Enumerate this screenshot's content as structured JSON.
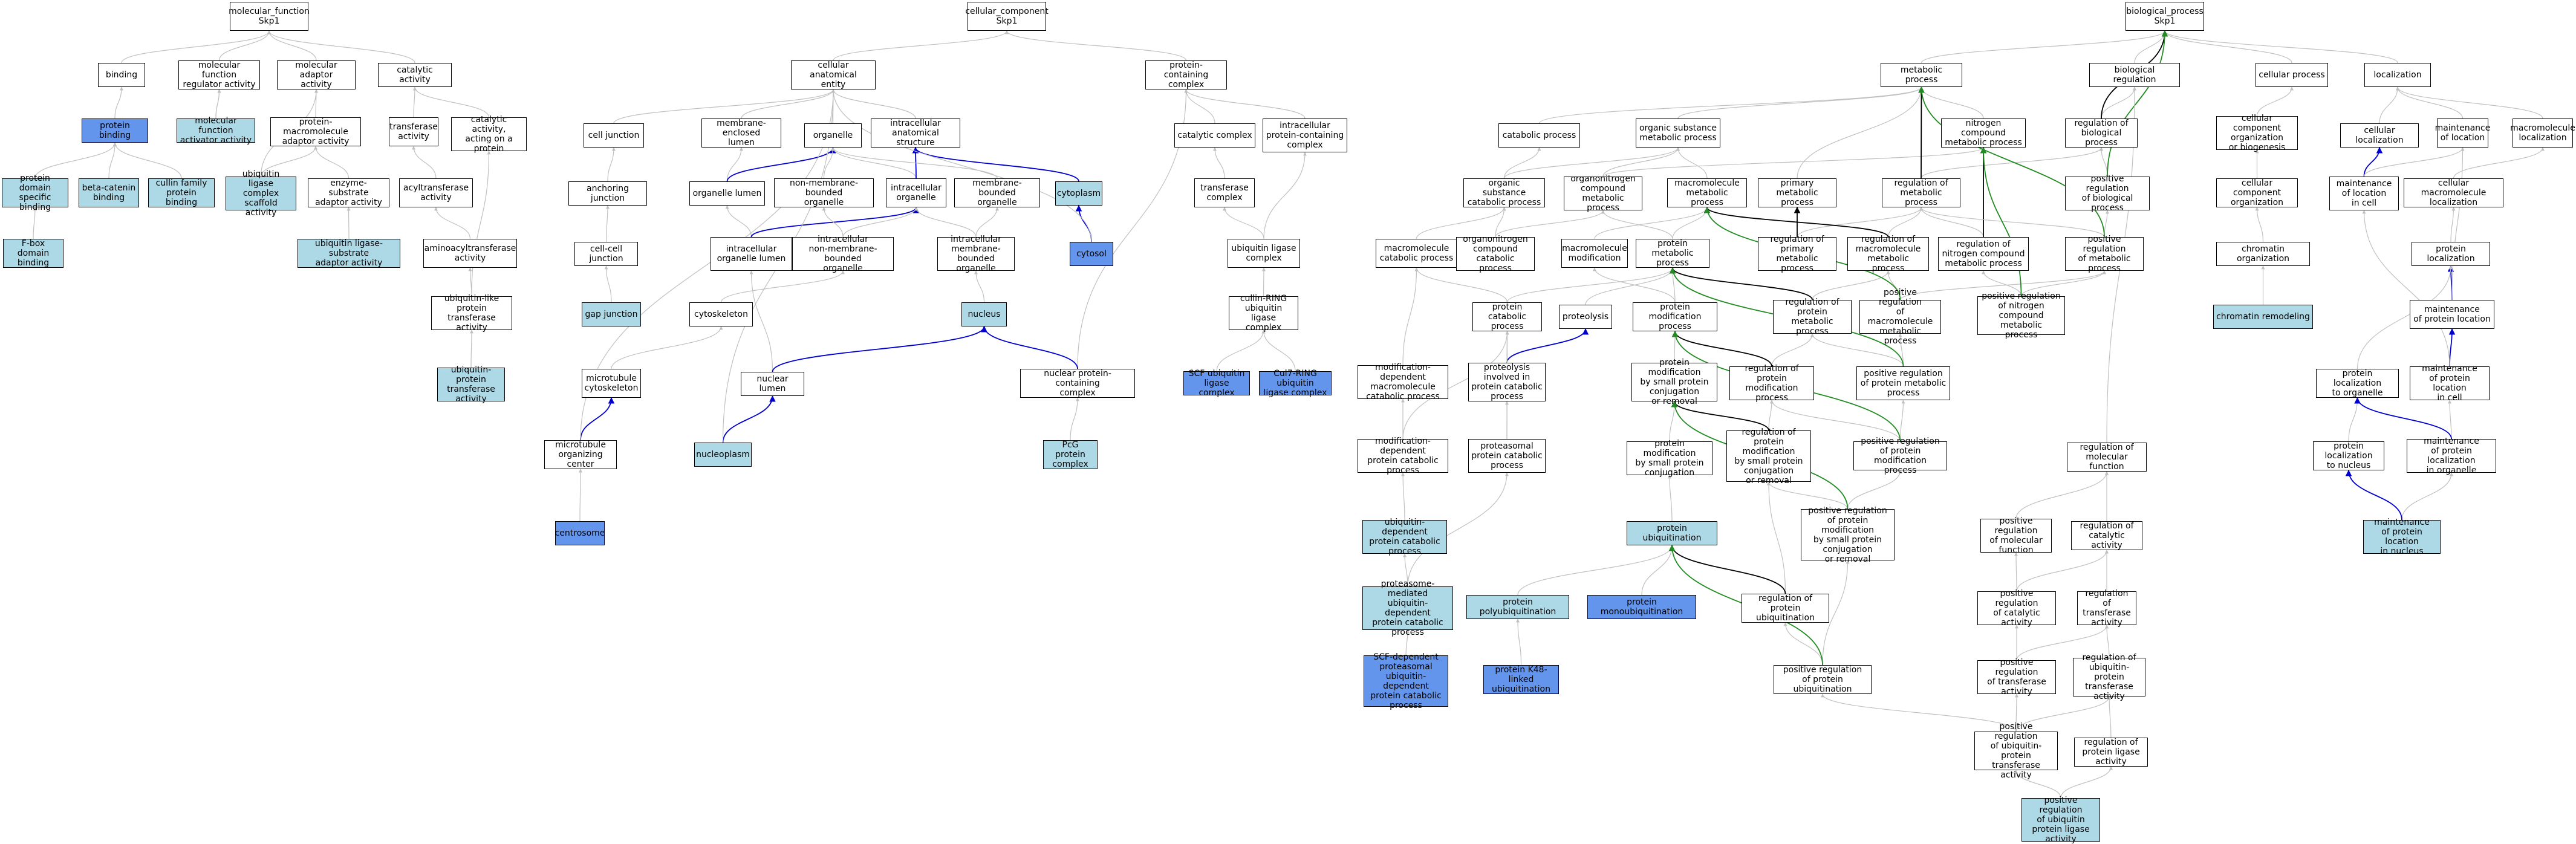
{
  "colors": {
    "white": "#ffffff",
    "light": "#add8e6",
    "dark": "#6495ed",
    "is_a": "#c0c0c0",
    "part_of": "#0000cd",
    "regulates": "#000000",
    "positively_regulates": "#228b22"
  },
  "nodes": {
    "mf": "molecular_function\nSkp1",
    "binding": "binding",
    "mfra": "molecular function\nregulator activity",
    "mola": "molecular adaptor\nactivity",
    "cat": "catalytic activity",
    "protbind": "protein binding",
    "mfaa": "molecular function\nactivator activity",
    "pmaa": "protein-macromolecule\nadaptor activity",
    "transf": "transferase\nactivity",
    "catac": "catalytic activity,\nacting on a\nprotein",
    "pdsb": "protein domain\nspecific binding",
    "bcat": "beta-catenin\nbinding",
    "cullin": "cullin family\nprotein binding",
    "ulcsa": "ubiquitin ligase\ncomplex scaffold\nactivity",
    "esaa": "enzyme-substrate\nadaptor activity",
    "acyl": "acyltransferase\nactivity",
    "fbox": "F-box domain\nbinding",
    "ulsaa": "ubiquitin ligase-substrate\nadaptor activity",
    "aminoacyl": "aminoacyltransferase\nactivity",
    "ulptr": "ubiquitin-like\nprotein transferase\nactivity",
    "uptr": "ubiquitin-protein\ntransferase\nactivity",
    "cc": "cellular_component\nSkp1",
    "cae": "cellular anatomical\nentity",
    "pcc": "protein-containing\ncomplex",
    "celljunc": "cell junction",
    "mel": "membrane-enclosed\nlumen",
    "organelle": "organelle",
    "ias": "intracellular\nanatomical structure",
    "catcomp": "catalytic complex",
    "ipcc": "intracellular\nprotein-containing\ncomplex",
    "anchjunc": "anchoring junction",
    "orglumen": "organelle lumen",
    "nmbo": "non-membrane-bounded\norganelle",
    "iorg": "intracellular\norganelle",
    "mbo": "membrane-bounded\norganelle",
    "cytoplasm": "cytoplasm",
    "transfcomp": "transferase\ncomplex",
    "ccjunc": "cell-cell junction",
    "iol": "intracellular\norganelle lumen",
    "inmbo": "intracellular\nnon-membrane-bounded\norganelle",
    "imbo": "intracellular\nmembrane-bounded\norganelle",
    "cytosol": "cytosol",
    "ulc": "ubiquitin ligase\ncomplex",
    "gapjunc": "gap junction",
    "cytoskel": "cytoskeleton",
    "nucleus": "nucleus",
    "crulc": "cullin-RING\nubiquitin ligase\ncomplex",
    "mtcyto": "microtubule\ncytoskeleton",
    "nuclumen": "nuclear lumen",
    "npcc": "nuclear protein-containing\ncomplex",
    "scfulc": "SCF ubiquitin\nligase complex",
    "cul7": "Cul7-RING ubiquitin\nligase complex",
    "mtoc": "microtubule\norganizing center",
    "nucleoplasm": "nucleoplasm",
    "pcg": "PcG protein\ncomplex",
    "centrosome": "centrosome",
    "bp": "biological_process\nSkp1",
    "metproc": "metabolic process",
    "bioreg": "biological regulation",
    "cellproc": "cellular process",
    "local": "localization",
    "catproc": "catabolic process",
    "osmp": "organic substance\nmetabolic process",
    "ncmp": "nitrogen compound\nmetabolic process",
    "regbp": "regulation of\nbiological process",
    "ccob": "cellular component\norganization\nor biogenesis",
    "cellloc": "cellular localization",
    "mainloc": "maintenance\nof location",
    "mmloc": "macromolecule\nlocalization",
    "oscp": "organic substance\ncatabolic process",
    "oncmp": "organonitrogen\ncompound metabolic\nprocess",
    "mmmp": "macromolecule\nmetabolic process",
    "pmp": "primary metabolic\nprocess",
    "regmp": "regulation of\nmetabolic process",
    "prbp": "positive regulation\nof biological\nprocess",
    "cco": "cellular component\norganization",
    "mlic": "maintenance\nof location\nin cell",
    "cmmloc": "cellular macromolecule\nlocalization",
    "mmcp": "macromolecule\ncatabolic process",
    "onccp": "organonitrogen\ncompound catabolic\nprocess",
    "mmmod": "macromolecule\nmodification",
    "protmp": "protein metabolic\nprocess",
    "regpmp": "regulation of\nprimary metabolic\nprocess",
    "regmmmp": "regulation of\nmacromolecule\nmetabolic process",
    "regncmp": "regulation of\nnitrogen compound\nmetabolic process",
    "prmp": "positive regulation\nof metabolic\nprocess",
    "chromorg": "chromatin organization",
    "protloc": "protein localization",
    "protcat": "protein catabolic\nprocess",
    "proteolysis": "proteolysis",
    "regpmp2": "regulation of\nprotein metabolic\nprocess",
    "prmmmp": "positive regulation\nof macromolecule\nmetabolic process",
    "prncmp": "positive regulation\nof nitrogen\ncompound metabolic\nprocess",
    "chromrem": "chromatin remodeling",
    "mainprotloc": "maintenance\nof protein location",
    "pmodp": "protein modification\nprocess",
    "mdmcp": "modification-dependent\nmacromolecule\ncatabolic process",
    "pipcp": "proteolysis\ninvolved in\nprotein catabolic\nprocess",
    "regpmodp": "regulation of\nprotein modification\nprocess",
    "prpmp": "positive regulation\nof protein metabolic\nprocess",
    "pmsmp": "protein modification\nby small protein\nconjugation\nor removal",
    "plto": "protein localization\nto organelle",
    "mplic": "maintenance\nof protein location\nin cell",
    "mdpcp": "modification-dependent\nprotein catabolic\nprocess",
    "ppcp": "proteasomal\nprotein catabolic\nprocess",
    "regpmsmp": "regulation of\nprotein modification\nby small protein\nconjugation\nor removal",
    "prpmodp": "positive regulation\nof protein modification\nprocess",
    "regmf": "regulation of\nmolecular function",
    "pmsmc": "protein modification\nby small protein\nconjugation",
    "pltn": "protein localization\nto nucleus",
    "mplio": "maintenance\nof protein localization\nin organelle",
    "prpmsmp": "positive regulation\nof protein modification\nby small protein\nconjugation\nor removal",
    "prmf": "positive regulation\nof molecular\nfunction",
    "regcat": "regulation of\ncatalytic activity",
    "udpcp": "ubiquitin-dependent\nprotein catabolic\nprocess",
    "protubiq": "protein ubiquitination",
    "mplin": "maintenance\nof protein location\nin nucleus",
    "prcat": "positive regulation\nof catalytic\nactivity",
    "regtransf": "regulation of\ntransferase\nactivity",
    "pmudpcp": "proteasome-mediated\nubiquitin-dependent\nprotein catabolic\nprocess",
    "polyubiq": "protein polyubiquitination",
    "monoubiq": "protein monoubiquitination",
    "regpu": "regulation of\nprotein ubiquitination",
    "prtransf": "positive regulation\nof transferase\nactivity",
    "reguptr": "regulation of\nubiquitin-protein\ntransferase\nactivity",
    "scfdp": "SCF-dependent\nproteasomal\nubiquitin-dependent\nprotein catabolic\nprocess",
    "k48": "protein K48-linked\nubiquitination",
    "prpu": "positive regulation\nof protein ubiquitination",
    "pruptr": "positive regulation\nof ubiquitin-protein\ntransferase\nactivity",
    "regpla": "regulation of\nprotein ligase activity",
    "prupla": "positive regulation\nof ubiquitin\nprotein ligase\nactivity"
  }
}
